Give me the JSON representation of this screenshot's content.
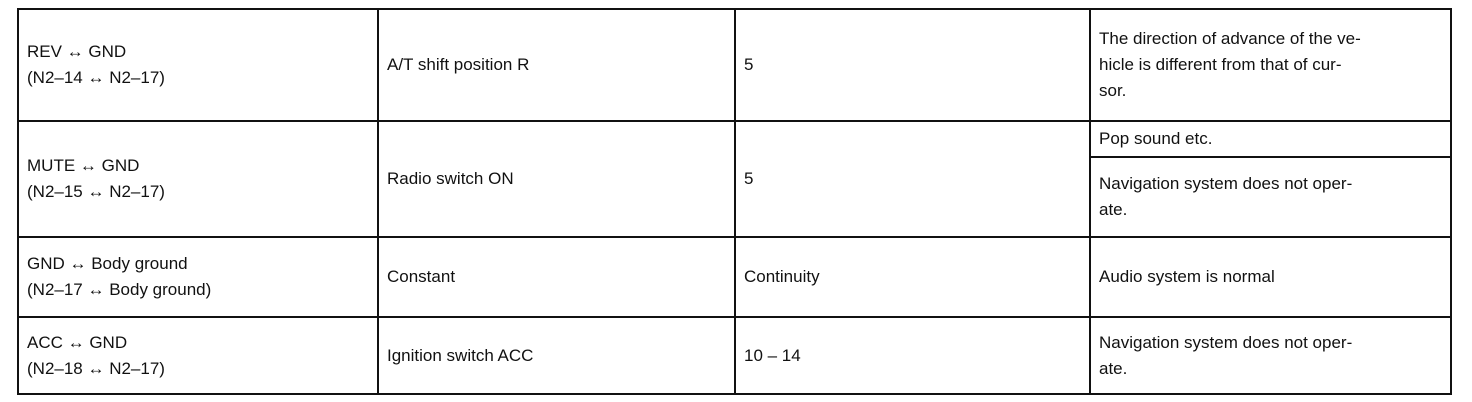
{
  "table": {
    "rows": [
      {
        "terminal_line1": "REV ↔ GND",
        "terminal_line2": "(N2–14 ↔ N2–17)",
        "condition": "A/T shift position R",
        "specified": "5",
        "symptoms": [
          "The direction of advance of the ve-\nhicle is different from that of cur-\nsor."
        ]
      },
      {
        "terminal_line1": "MUTE ↔ GND",
        "terminal_line2": "(N2–15 ↔ N2–17)",
        "condition": "Radio switch ON",
        "specified": "5",
        "symptoms": [
          "Pop sound etc.",
          "Navigation system does not oper-\nate."
        ]
      },
      {
        "terminal_line1": "GND ↔ Body ground",
        "terminal_line2": "(N2–17 ↔ Body ground)",
        "condition": "Constant",
        "specified": "Continuity",
        "symptoms": [
          "Audio system is normal"
        ]
      },
      {
        "terminal_line1": "ACC ↔ GND",
        "terminal_line2": "(N2–18 ↔ N2–17)",
        "condition": "Ignition switch ACC",
        "specified": "10 – 14",
        "symptoms": [
          "Navigation system does not oper-\nate."
        ]
      }
    ]
  }
}
